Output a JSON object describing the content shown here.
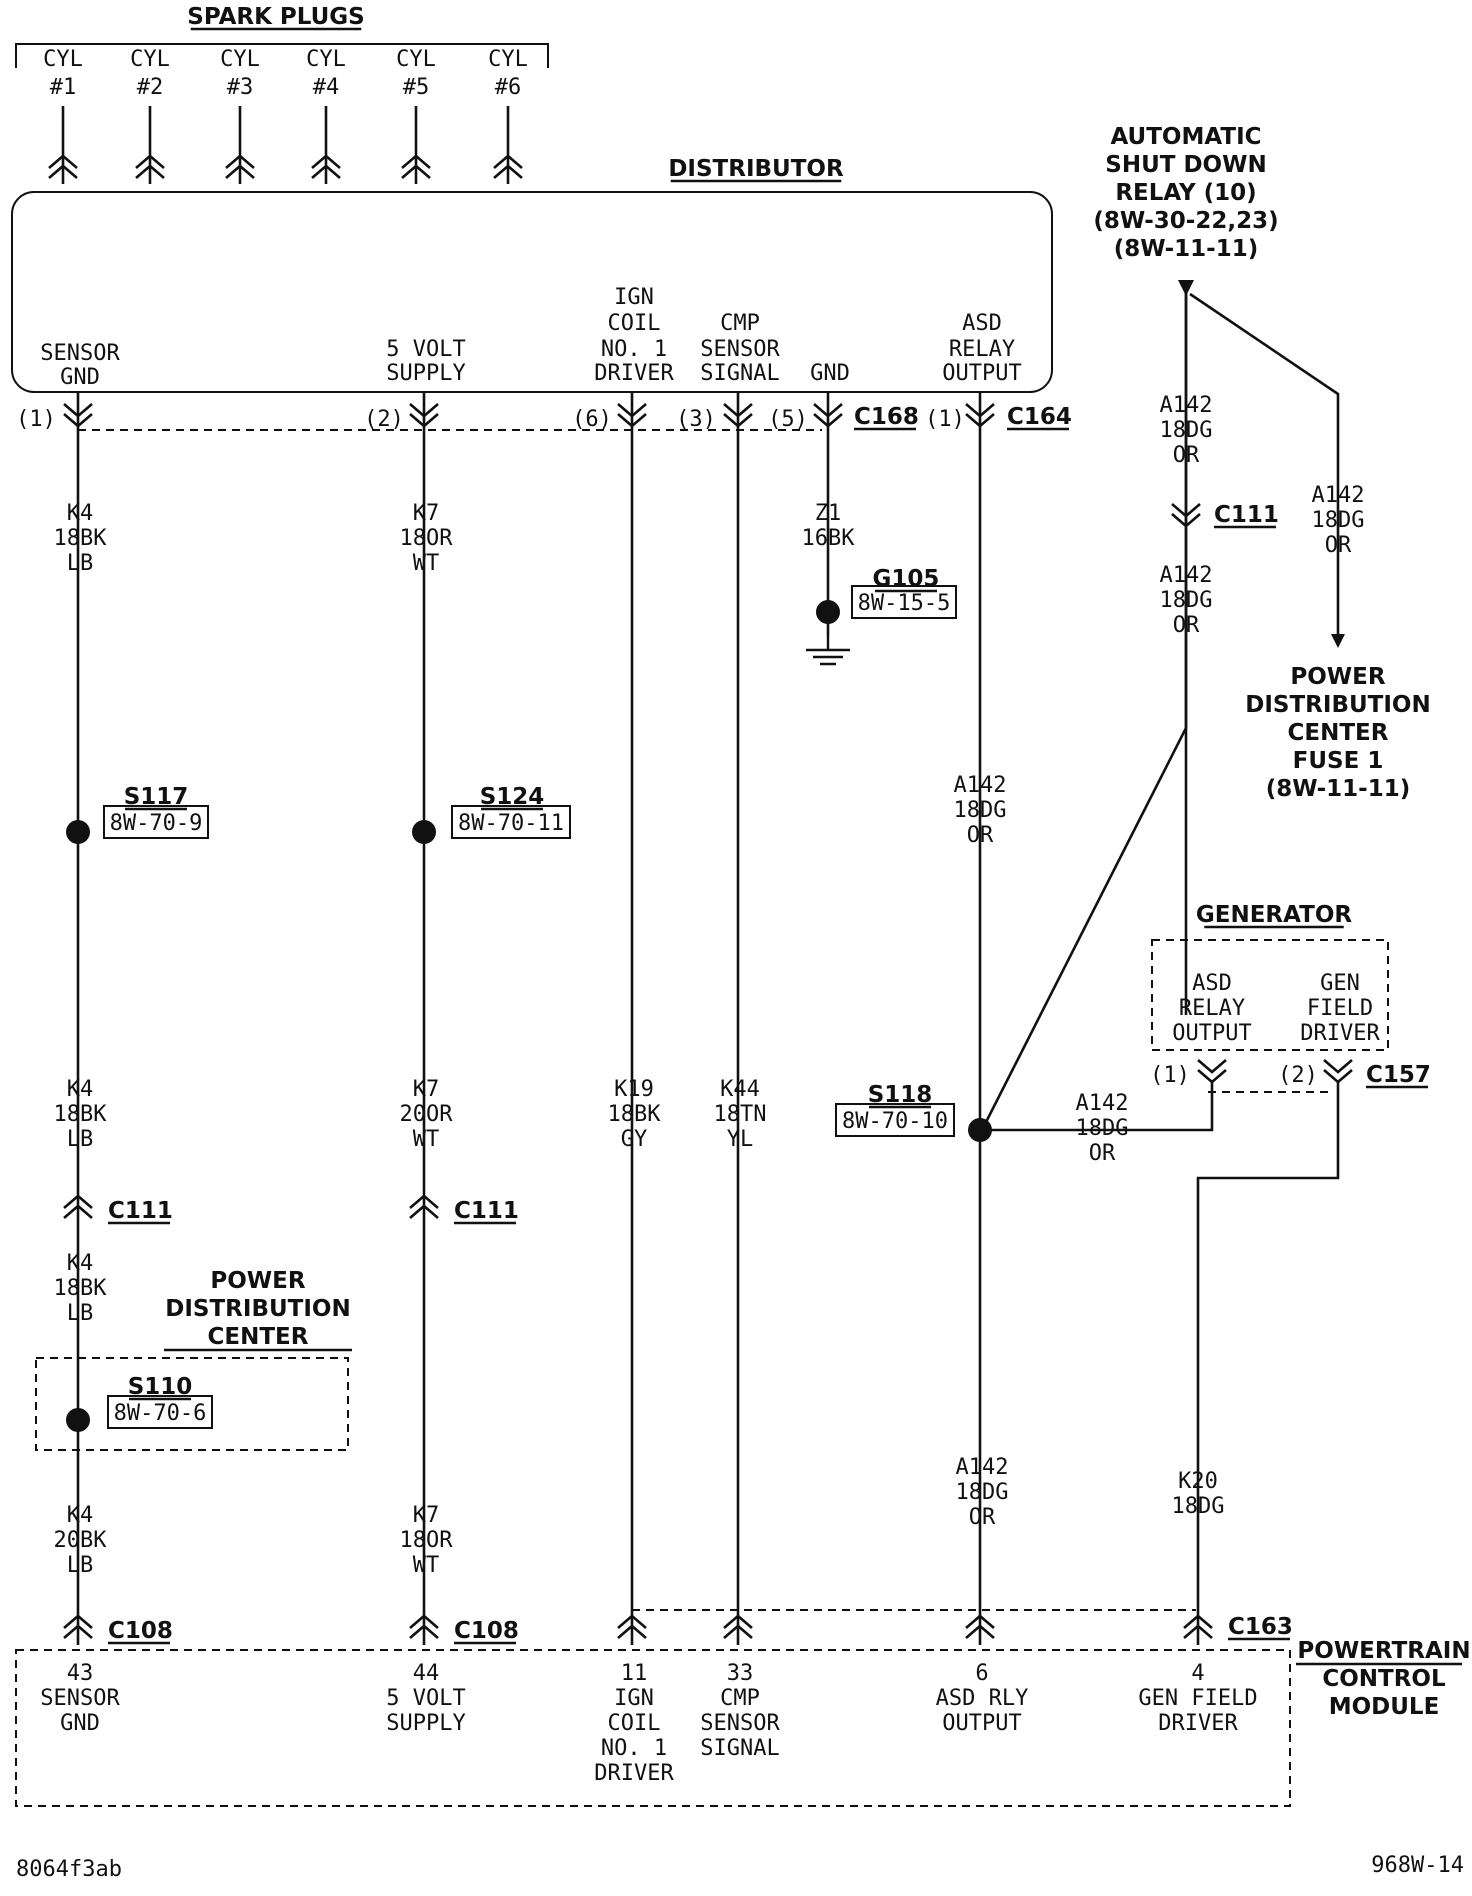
{
  "spark_plugs": {
    "title": "SPARK PLUGS",
    "cylinders": [
      {
        "l1": "CYL",
        "l2": "#1"
      },
      {
        "l1": "CYL",
        "l2": "#2"
      },
      {
        "l1": "CYL",
        "l2": "#3"
      },
      {
        "l1": "CYL",
        "l2": "#4"
      },
      {
        "l1": "CYL",
        "l2": "#5"
      },
      {
        "l1": "CYL",
        "l2": "#6"
      }
    ]
  },
  "distributor": {
    "title": "DISTRIBUTOR",
    "pins": [
      {
        "lines": [
          "SENSOR",
          "GND"
        ],
        "cav": "(1)"
      },
      {
        "lines": [
          "5 VOLT",
          "SUPPLY"
        ],
        "cav": "(2)"
      },
      {
        "lines": [
          "IGN",
          "COIL",
          "NO. 1",
          "DRIVER"
        ],
        "cav": "(6)"
      },
      {
        "lines": [
          "CMP",
          "SENSOR",
          "SIGNAL"
        ],
        "cav": "(3)"
      },
      {
        "lines": [
          "GND"
        ],
        "cav": "(5)"
      },
      {
        "lines": [
          "ASD",
          "RELAY",
          "OUTPUT"
        ],
        "cav": "(1)"
      }
    ],
    "connector_c168": "C168",
    "connector_c164": "C164"
  },
  "asd_relay": {
    "lines": [
      "AUTOMATIC",
      "SHUT DOWN",
      "RELAY (10)",
      "(8W-30-22,23)",
      "(8W-11-11)"
    ]
  },
  "pdc_fuse": {
    "lines": [
      "POWER",
      "DISTRIBUTION",
      "CENTER",
      "FUSE 1",
      "(8W-11-11)"
    ]
  },
  "generator": {
    "title": "GENERATOR",
    "pins": [
      {
        "lines": [
          "ASD",
          "RELAY",
          "OUTPUT"
        ],
        "cav": "(1)"
      },
      {
        "lines": [
          "GEN",
          "FIELD",
          "DRIVER"
        ],
        "cav": "(2)"
      }
    ],
    "connector": "C157"
  },
  "wire_labels": {
    "k4_a": [
      "K4",
      "18BK",
      "LB"
    ],
    "k4_b": [
      "K4",
      "18BK",
      "LB"
    ],
    "k4_c": [
      "K4",
      "18BK",
      "LB"
    ],
    "k4_d": [
      "K4",
      "20BK",
      "LB"
    ],
    "k7_a": [
      "K7",
      "18OR",
      "WT"
    ],
    "k7_b": [
      "K7",
      "20OR",
      "WT"
    ],
    "k7_c": [
      "K7",
      "18OR",
      "WT"
    ],
    "k19": [
      "K19",
      "18BK",
      "GY"
    ],
    "k44": [
      "K44",
      "18TN",
      "YL"
    ],
    "z1": [
      "Z1",
      "16BK"
    ],
    "a142_1": [
      "A142",
      "18DG",
      "OR"
    ],
    "a142_2": [
      "A142",
      "18DG",
      "OR"
    ],
    "a142_3": [
      "A142",
      "18DG",
      "OR"
    ],
    "a142_4": [
      "A142",
      "18DG",
      "OR"
    ],
    "a142_5": [
      "A142",
      "18DG",
      "OR"
    ],
    "a142_6": [
      "A142",
      "18DG",
      "OR"
    ],
    "k20": [
      "K20",
      "18DG"
    ]
  },
  "splices": {
    "s117": {
      "name": "S117",
      "ref": "8W-70-9"
    },
    "s124": {
      "name": "S124",
      "ref": "8W-70-11"
    },
    "s118": {
      "name": "S118",
      "ref": "8W-70-10"
    },
    "s110": {
      "name": "S110",
      "ref": "8W-70-6"
    },
    "g105": {
      "name": "G105",
      "ref": "8W-15-5"
    }
  },
  "connectors": {
    "c111_a": "C111",
    "c111_b": "C111",
    "c111_c": "C111",
    "c108_a": "C108",
    "c108_b": "C108",
    "c163": "C163"
  },
  "pdc": {
    "lines": [
      "POWER",
      "DISTRIBUTION",
      "CENTER"
    ]
  },
  "pcm": {
    "title": [
      "POWERTRAIN",
      "CONTROL",
      "MODULE"
    ],
    "pins": [
      {
        "lines": [
          "43",
          "SENSOR",
          "GND"
        ]
      },
      {
        "lines": [
          "44",
          "5 VOLT",
          "SUPPLY"
        ]
      },
      {
        "lines": [
          "11",
          "IGN",
          "COIL",
          "NO. 1",
          "DRIVER"
        ]
      },
      {
        "lines": [
          "33",
          "CMP",
          "SENSOR",
          "SIGNAL"
        ]
      },
      {
        "lines": [
          "6",
          "ASD RLY",
          "OUTPUT"
        ]
      },
      {
        "lines": [
          "4",
          "GEN FIELD",
          "DRIVER"
        ]
      }
    ]
  },
  "footer": {
    "left": "8064f3ab",
    "right": "968W-14"
  }
}
